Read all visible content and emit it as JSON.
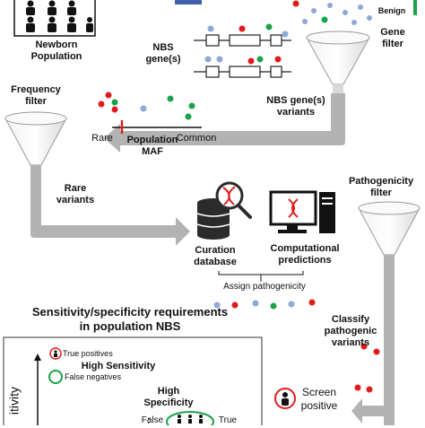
{
  "labels": {
    "newborn": "Newborn\nPopulation",
    "benign": "Benign",
    "gene_filter": "Gene\nfilter",
    "nbs_genes": "NBS\ngene(s)",
    "frequency_filter": "Frequency\nfilter",
    "nbs_variants": "NBS gene(s)\nvariants",
    "rare": "Rare",
    "common": "Common",
    "population_maf": "Population\nMAF",
    "rare_variants": "Rare\nvariants",
    "pathogenicity_filter": "Pathogenicity\nfilter",
    "curation_db": "Curation\ndatabase",
    "computational": "Computational\npredictions",
    "assign_pathogenicity": "Assign pathogenicity",
    "classify": "Classify\npathogenic\nvariants",
    "screen_positive": "Screen\npositive"
  },
  "legend": {
    "title": "Sensitivity/specificity requirements\nin population NBS",
    "true_positives": "True positives",
    "high_sensitivity": "High Sensitivity",
    "false_negatives": "False negatives",
    "high_specificity": "High\nSpecificity",
    "false": "False",
    "true": "True",
    "axis": "itivity"
  },
  "colors": {
    "red": "#e31a1c",
    "green": "#1aa34a",
    "blue": "#8fa8d8",
    "arrow": "#b3b3b3",
    "funnel": "#e6e6e6"
  }
}
